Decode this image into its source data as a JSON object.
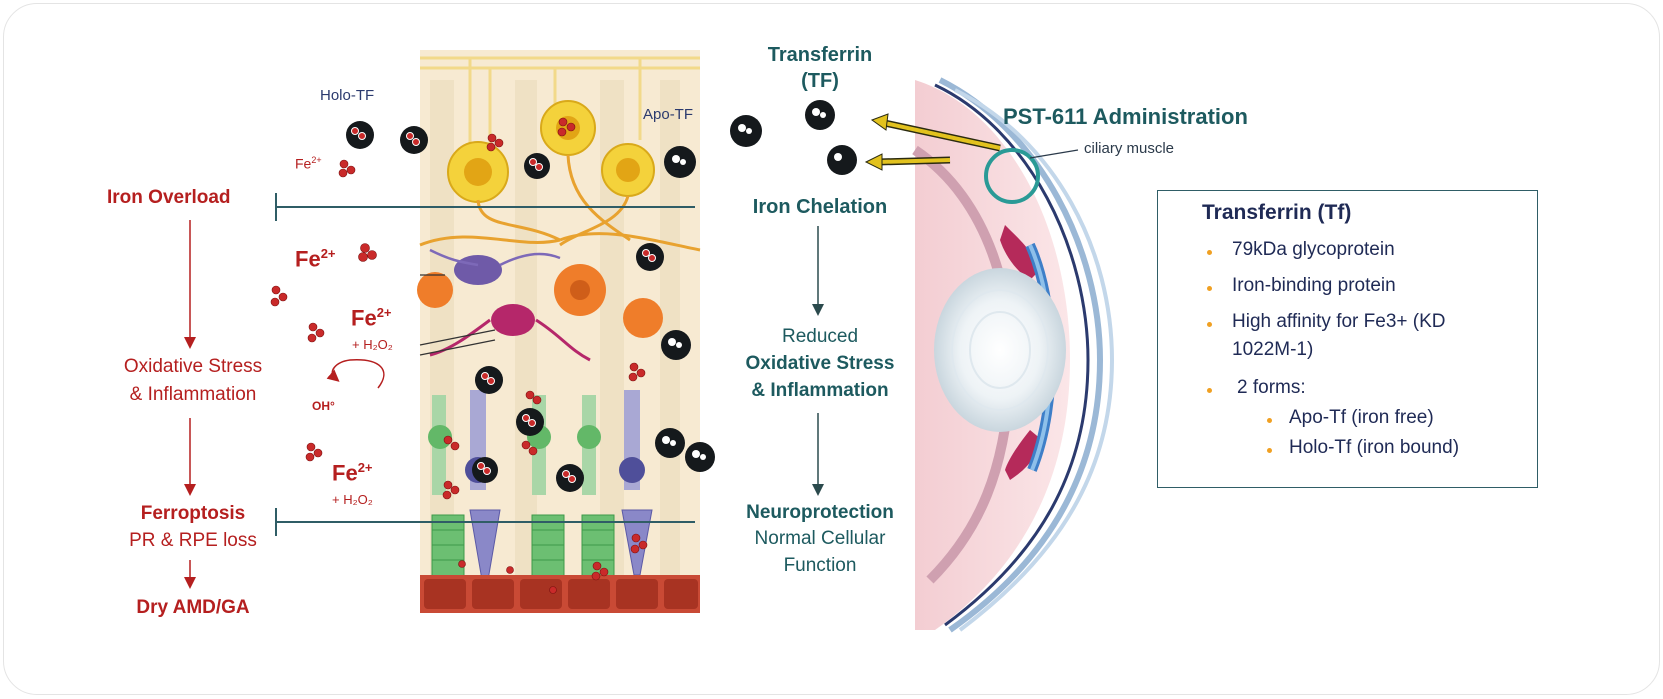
{
  "left_labels": {
    "iron_overload": "Iron Overload",
    "oxidative_stress": "Oxidative Stress",
    "inflammation": "& Inflammation",
    "ferroptosis": "Ferroptosis",
    "pr_rpe_loss": "PR & RPE loss",
    "dry_amd": "Dry AMD/GA"
  },
  "retina_labels": {
    "holo_tf": "Holo-TF",
    "apo_tf": "Apo-TF",
    "fe_small": "Fe",
    "fe_small_sup": "2+",
    "fe1": "Fe",
    "fe1_sup": "2+",
    "fe2": "Fe",
    "fe2_sup": "2+",
    "fe2_h2o2": "+ H₂O₂",
    "oh": "OH°",
    "fe3": "Fe",
    "fe3_sup": "2+",
    "fe3_h2o2": "+ H₂O₂"
  },
  "center_labels": {
    "transferrin": "Transferrin",
    "tf": "(TF)",
    "iron_chelation": "Iron Chelation",
    "reduced": "Reduced",
    "reduced_oxidative": "Oxidative Stress",
    "reduced_inflammation": "& Inflammation",
    "neuroprotection": "Neuroprotection",
    "normal_cellular": "Normal Cellular",
    "function": "Function"
  },
  "eye_labels": {
    "administration": "PST-611 Administration",
    "ciliary_muscle": "ciliary muscle"
  },
  "info_box": {
    "title": "Transferrin (Tf)",
    "item1": "79kDa glycoprotein",
    "item2": "Iron-binding protein",
    "item3_line1": "High affinity for Fe3+ (KD",
    "item3_line2": "1022M-1)",
    "item4": "2 forms:",
    "sub1": "Apo-Tf (iron free)",
    "sub2": "Holo-Tf (iron bound)"
  },
  "colors": {
    "red_text": "#b51f1f",
    "teal_text": "#1d5a5f",
    "navy_text": "#1f2a55",
    "bullet": "#f0a022",
    "arrow_yellow": "#e2c21e"
  }
}
